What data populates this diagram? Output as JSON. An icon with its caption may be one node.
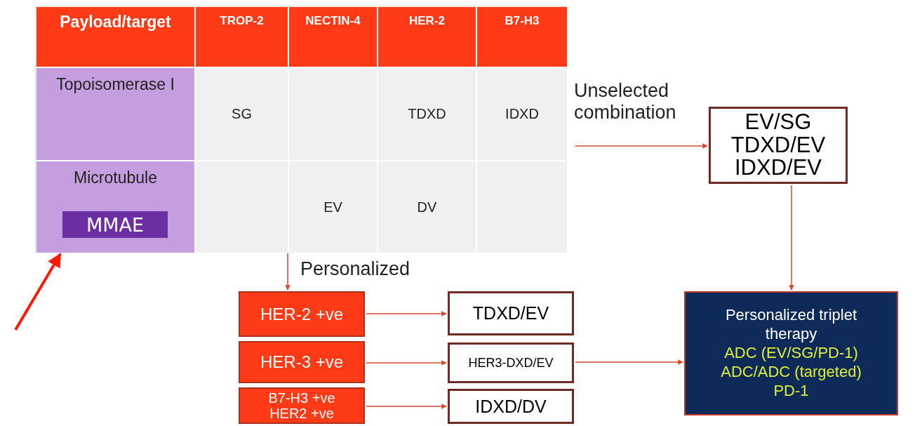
{
  "diagram": {
    "nodes": [
      {
        "text": [],
        "shape": "box"
      },
      {
        "text": [
          "MMAE"
        ],
        "in": 0
      },
      {
        "text": [
          "EV/SG TDXD/EV IDXD/EV"
        ]
      },
      {
        "text": [
          "HER-2 +ve"
        ]
      },
      {
        "text": [
          "HER-3 +ve"
        ]
      },
      {
        "text": [
          "B7-H3 +ve HER2 +ve"
        ]
      },
      {
        "text": [
          "TDXD/EV"
        ]
      },
      {
        "text": [
          "HER3-DXD/EV"
        ]
      },
      {
        "text": [
          "IDXD/DV"
        ]
      },
      {
        "text": [
          "Personalized triplet therapy",
          "ADC (EV/SG/PD-1)",
          "ADC/ADC (targeted)",
          "PD-1"
        ]
      }
    ],
    "edges": [
      {
        "from": 0,
        "to": 2,
        "arrow": "to",
        "label": "Unselected combination"
      },
      {
        "from": 0,
        "to": 3,
        "arrow": "to",
        "label": "Personalized"
      },
      {
        "from": 2,
        "to": 9,
        "arrow": "to"
      },
      {
        "from": 3,
        "to": 6,
        "arrow": "to"
      },
      {
        "from": 4,
        "to": 7,
        "arrow": "to"
      },
      {
        "from": 5,
        "to": 8,
        "arrow": "to"
      },
      {
        "from": 7,
        "to": 9,
        "arrow": "to"
      },
      {
        "from": null,
        "to": 0,
        "arrow": "to",
        "style": "thick",
        "color": "#ff1a0a"
      }
    ],
    "labels": [
      "Payload/target",
      "TROP-2",
      "NECTIN-4",
      "HER-2",
      "B7-H3",
      "Topoisomerase I",
      "SG",
      "TDXD",
      "IDXD",
      "Microtubule",
      "EV",
      "DV"
    ]
  }
}
